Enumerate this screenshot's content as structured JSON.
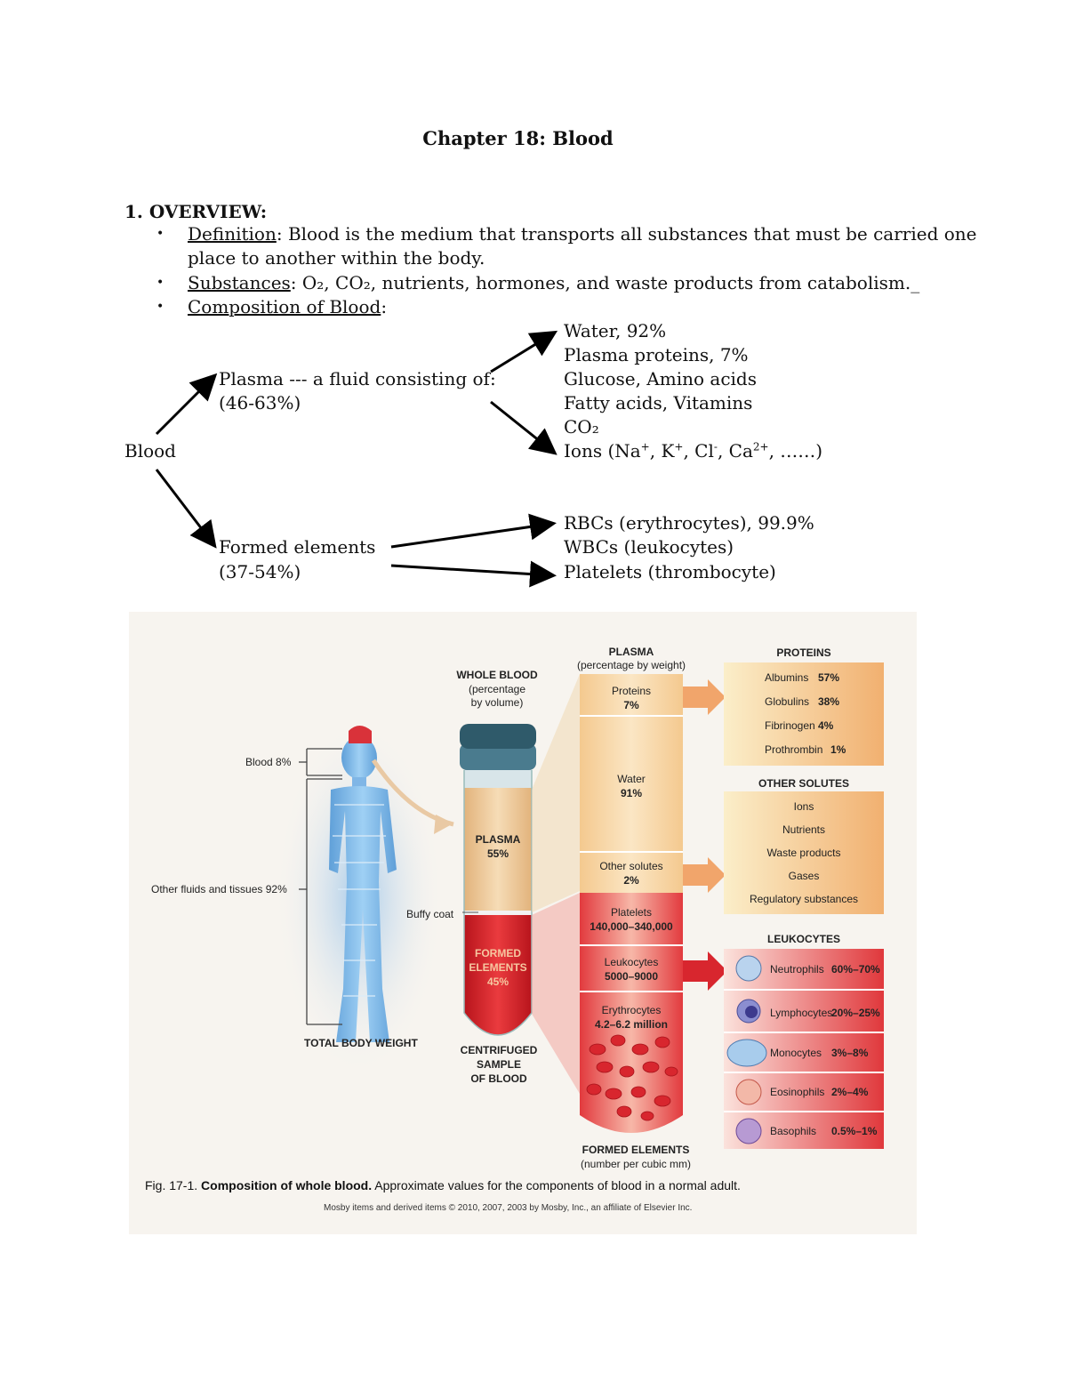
{
  "title": "Chapter 18:  Blood",
  "overview": {
    "heading": "1.  OVERVIEW:",
    "bullets": {
      "definition_label": "Definition",
      "definition_text_1": ":  Blood is the medium that transports all substances that must be carried one",
      "definition_text_2": "place to another within the body.",
      "substances_label": "Substances",
      "substances_text": ":  O₂, CO₂, nutrients, hormones, and waste products from catabolism._",
      "composition_label": "Composition of Blood",
      "composition_text": ":"
    }
  },
  "tree": {
    "root": "Blood",
    "plasma_label": "Plasma --- a fluid consisting of:",
    "plasma_pct": "(46-63%)",
    "formed_label": "Formed elements",
    "formed_pct": "(37-54%)",
    "plasma_items": {
      "water": "Water, 92%",
      "proteins": "Plasma proteins, 7%",
      "glucose": "Glucose, Amino acids",
      "fatty": "Fatty acids, Vitamins",
      "co2": "CO₂",
      "ions_prefix": "Ions (Na",
      "ions_k": ", K",
      "ions_cl": ", Cl",
      "ions_ca": ", Ca",
      "ions_suffix": ", ……)"
    },
    "formed_items": {
      "rbc": "RBCs (erythrocytes), 99.9%",
      "wbc": "WBCs (leukocytes)",
      "platelets": "Platelets (thrombocyte)"
    }
  },
  "figure": {
    "blood_pct": "Blood 8%",
    "other_fluids": "Other fluids and tissues 92%",
    "total_body_weight": "TOTAL BODY WEIGHT",
    "buffy_coat": "Buffy coat",
    "whole_blood": "WHOLE BLOOD",
    "whole_blood_sub1": "(percentage",
    "whole_blood_sub2": "by volume)",
    "tube_plasma": "PLASMA",
    "tube_plasma_pct": "55%",
    "tube_formed_1": "FORMED",
    "tube_formed_2": "ELEMENTS",
    "tube_formed_pct": "45%",
    "centrifuged_1": "CENTRIFUGED",
    "centrifuged_2": "SAMPLE",
    "centrifuged_3": "OF BLOOD",
    "plasma_head": "PLASMA",
    "plasma_head_sub": "(percentage by weight)",
    "col_proteins": "Proteins",
    "col_proteins_pct": "7%",
    "col_water": "Water",
    "col_water_pct": "91%",
    "col_other": "Other solutes",
    "col_other_pct": "2%",
    "col_platelets": "Platelets",
    "col_platelets_n": "140,000–340,000",
    "col_leuko": "Leukocytes",
    "col_leuko_n": "5000–9000",
    "col_eryth": "Erythrocytes",
    "col_eryth_n": "4.2–6.2 million",
    "formed_head": "FORMED ELEMENTS",
    "formed_head_sub": "(number per cubic mm)",
    "proteins_head": "PROTEINS",
    "proteins": [
      {
        "name": "Albumins",
        "pct": "57%"
      },
      {
        "name": "Globulins",
        "pct": "38%"
      },
      {
        "name": "Fibrinogen",
        "pct": "4%"
      },
      {
        "name": "Prothrombin",
        "pct": "1%"
      }
    ],
    "solutes_head": "OTHER SOLUTES",
    "solutes": [
      "Ions",
      "Nutrients",
      "Waste products",
      "Gases",
      "Regulatory substances"
    ],
    "leuko_head": "LEUKOCYTES",
    "leukocytes": [
      {
        "name": "Neutrophils",
        "pct": "60%–70%"
      },
      {
        "name": "Lymphocytes",
        "pct": "20%–25%"
      },
      {
        "name": "Monocytes",
        "pct": "3%–8%"
      },
      {
        "name": "Eosinophils",
        "pct": "2%–4%"
      },
      {
        "name": "Basophils",
        "pct": "0.5%–1%"
      }
    ],
    "caption_prefix": "Fig. 17-1. ",
    "caption_bold": "Composition of whole blood.",
    "caption_rest": " Approximate values for the components of blood in a normal adult.",
    "credit": "Mosby items and derived items © 2010, 2007, 2003 by Mosby, Inc., an affiliate of Elsevier Inc."
  }
}
